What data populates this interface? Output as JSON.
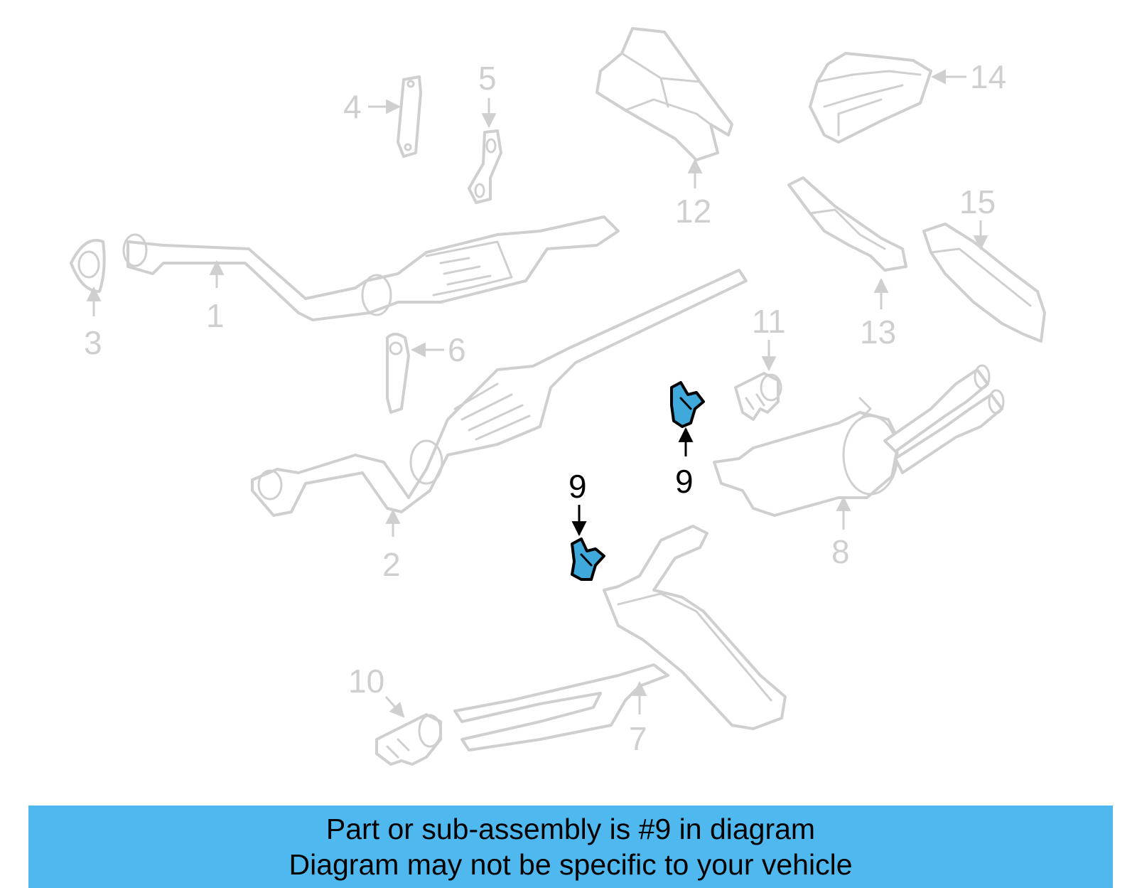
{
  "diagram": {
    "callouts": {
      "c1": "1",
      "c2": "2",
      "c3": "3",
      "c4": "4",
      "c5": "5",
      "c6": "6",
      "c7": "7",
      "c8": "8",
      "c9a": "9",
      "c9b": "9",
      "c10": "10",
      "c11": "11",
      "c12": "12",
      "c13": "13",
      "c14": "14",
      "c15": "15"
    },
    "highlighted_part": "9",
    "colors": {
      "highlight": "#3fa9dc",
      "banner": "#4fb8ef",
      "inactive": "#cfcfcf"
    }
  },
  "banner": {
    "line1": "Part or sub-assembly is #9 in diagram",
    "line2": "Diagram may not be specific to your vehicle"
  }
}
